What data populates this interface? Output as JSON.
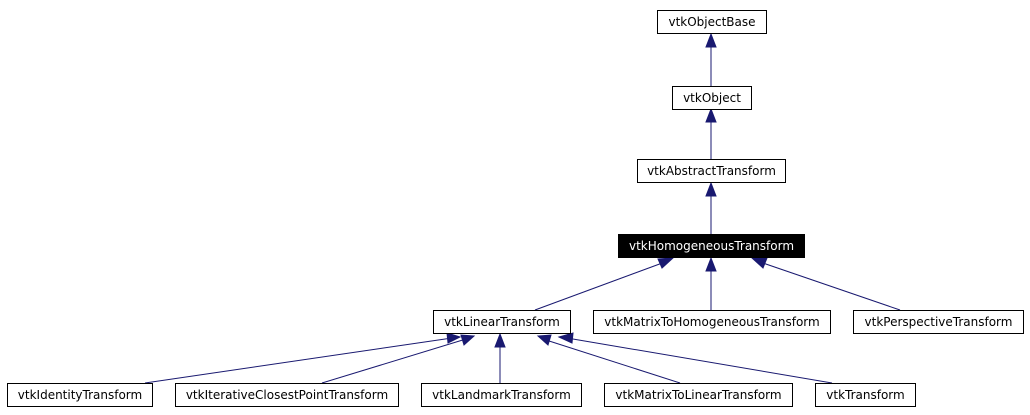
{
  "nodes": {
    "vtkObjectBase": "vtkObjectBase",
    "vtkObject": "vtkObject",
    "vtkAbstractTransform": "vtkAbstractTransform",
    "vtkHomogeneousTransform": "vtkHomogeneousTransform",
    "vtkLinearTransform": "vtkLinearTransform",
    "vtkMatrixToHomogeneousTransform": "vtkMatrixToHomogeneousTransform",
    "vtkPerspectiveTransform": "vtkPerspectiveTransform",
    "vtkIdentityTransform": "vtkIdentityTransform",
    "vtkIterativeClosestPointTransform": "vtkIterativeClosestPointTransform",
    "vtkLandmarkTransform": "vtkLandmarkTransform",
    "vtkMatrixToLinearTransform": "vtkMatrixToLinearTransform",
    "vtkTransform": "vtkTransform"
  },
  "highlighted_node": "vtkHomogeneousTransform",
  "edges": [
    {
      "from": "vtkObject",
      "to": "vtkObjectBase"
    },
    {
      "from": "vtkAbstractTransform",
      "to": "vtkObject"
    },
    {
      "from": "vtkHomogeneousTransform",
      "to": "vtkAbstractTransform"
    },
    {
      "from": "vtkLinearTransform",
      "to": "vtkHomogeneousTransform"
    },
    {
      "from": "vtkMatrixToHomogeneousTransform",
      "to": "vtkHomogeneousTransform"
    },
    {
      "from": "vtkPerspectiveTransform",
      "to": "vtkHomogeneousTransform"
    },
    {
      "from": "vtkIdentityTransform",
      "to": "vtkLinearTransform"
    },
    {
      "from": "vtkIterativeClosestPointTransform",
      "to": "vtkLinearTransform"
    },
    {
      "from": "vtkLandmarkTransform",
      "to": "vtkLinearTransform"
    },
    {
      "from": "vtkMatrixToLinearTransform",
      "to": "vtkLinearTransform"
    },
    {
      "from": "vtkTransform",
      "to": "vtkLinearTransform"
    }
  ],
  "colors": {
    "edge": "#191970",
    "node_border": "#000000",
    "node_fill": "#ffffff",
    "highlight_fill": "#000000",
    "highlight_text": "#ffffff"
  }
}
